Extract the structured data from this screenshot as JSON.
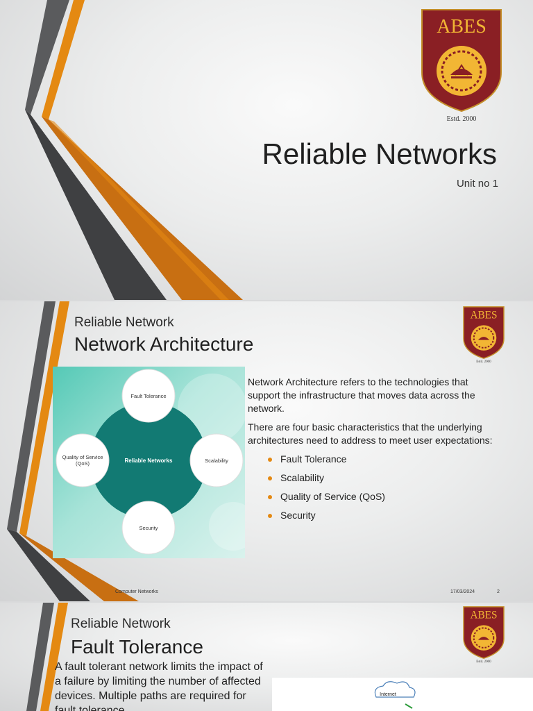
{
  "colors": {
    "orange": "#e48912",
    "gray_bar": "#5a5b5d",
    "dark_bar": "#3f4042",
    "crest_red": "#8a1f24",
    "crest_gold": "#f2b634",
    "teal": "#127a73"
  },
  "crest": {
    "text": "ABES",
    "estd": "Estd. 2000"
  },
  "slide1": {
    "title": "Reliable Networks",
    "subtitle": "Unit no 1"
  },
  "slide2": {
    "kicker": "Reliable Network",
    "heading": "Network Architecture",
    "diagram": {
      "center": "Reliable Networks",
      "nodes": [
        "Fault Tolerance",
        "Scalability",
        "Security",
        "Quality of Service (QoS)"
      ]
    },
    "paragraphs": [
      "Network Architecture refers to the technologies that support the infrastructure that moves data across the network.",
      "There are four basic characteristics that the underlying architectures need to address to meet user expectations:"
    ],
    "bullets": [
      "Fault Tolerance",
      "Scalability",
      "Quality of Service (QoS)",
      "Security"
    ],
    "footer": {
      "course": "Computer Networks",
      "date": "17/03/2024",
      "page": "2"
    }
  },
  "slide3": {
    "kicker": "Reliable Network",
    "heading": "Fault Tolerance",
    "body": "A fault tolerant network limits the impact of a failure by limiting the number of affected devices. Multiple paths are required for fault tolerance.",
    "image_label": "Internet"
  }
}
